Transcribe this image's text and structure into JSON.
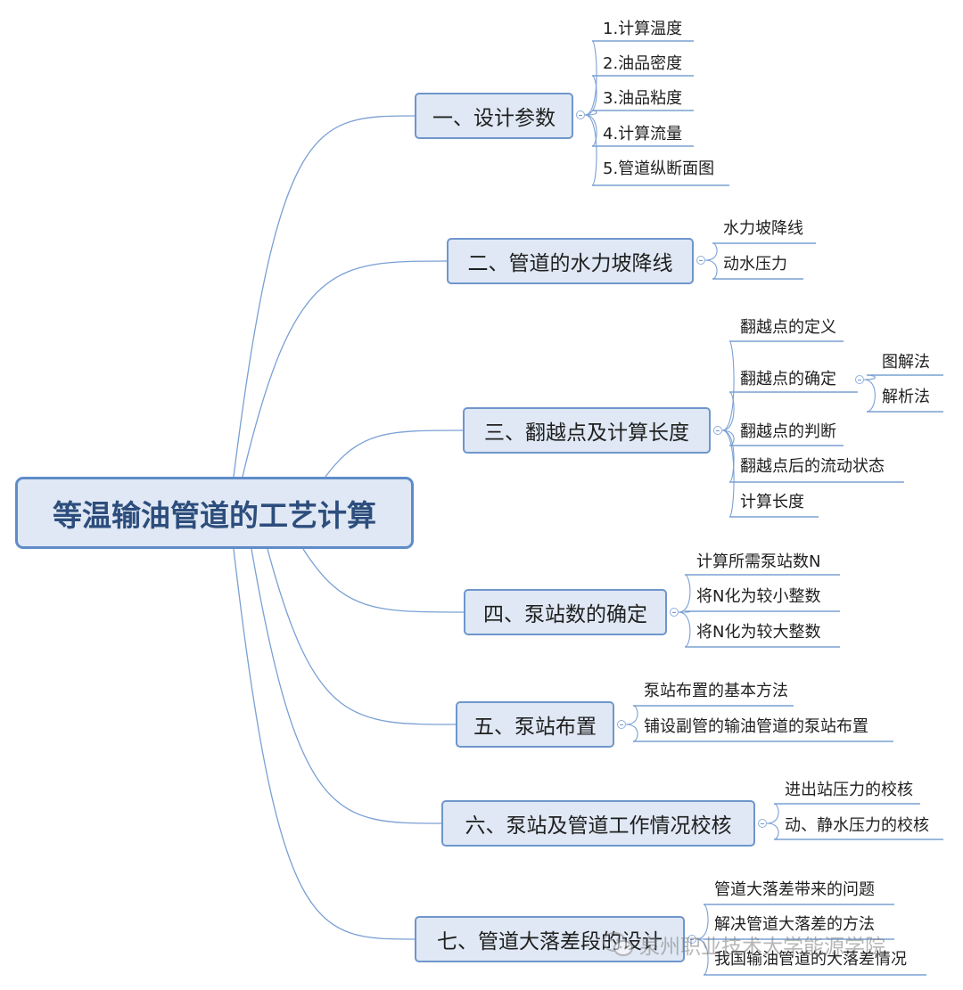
{
  "root": {
    "label": "等温输油管道的工艺计算"
  },
  "branches": [
    {
      "label": "一、设计参数",
      "children": [
        {
          "label": "1.计算温度"
        },
        {
          "label": "2.油品密度"
        },
        {
          "label": "3.油品粘度"
        },
        {
          "label": "4.计算流量"
        },
        {
          "label": "5.管道纵断面图"
        }
      ]
    },
    {
      "label": "二、管道的水力坡降线",
      "children": [
        {
          "label": "水力坡降线"
        },
        {
          "label": "动水压力"
        }
      ]
    },
    {
      "label": "三、翻越点及计算长度",
      "children": [
        {
          "label": "翻越点的定义"
        },
        {
          "label": "翻越点的确定",
          "children": [
            {
              "label": "图解法"
            },
            {
              "label": "解析法"
            }
          ]
        },
        {
          "label": "翻越点的判断"
        },
        {
          "label": "翻越点后的流动状态"
        },
        {
          "label": "计算长度"
        }
      ]
    },
    {
      "label": "四、泵站数的确定",
      "children": [
        {
          "label": "计算所需泵站数N"
        },
        {
          "label": "将N化为较小整数"
        },
        {
          "label": "将N化为较大整数"
        }
      ]
    },
    {
      "label": "五、泵站布置",
      "children": [
        {
          "label": "泵站布置的基本方法"
        },
        {
          "label": "铺设副管的输油管道的泵站布置"
        }
      ]
    },
    {
      "label": "六、泵站及管道工作情况校核",
      "children": [
        {
          "label": "进出站压力的校核"
        },
        {
          "label": "动、静水压力的校核"
        }
      ]
    },
    {
      "label": "七、管道大落差段的设计",
      "children": [
        {
          "label": "管道大落差带来的问题"
        },
        {
          "label": "解决管道大落差的方法"
        },
        {
          "label": "我国输油管道的大落差情况"
        }
      ]
    }
  ],
  "watermark": {
    "text": "泉州职业技术大学能源学院",
    "icon": "wechat-icon"
  },
  "colors": {
    "line": "#7aa0d4",
    "branch_fill": "#dfe8f4",
    "branch_border": "#6f96cc",
    "root_border": "#5f8cc9",
    "root_text": "#2d4d7c"
  }
}
